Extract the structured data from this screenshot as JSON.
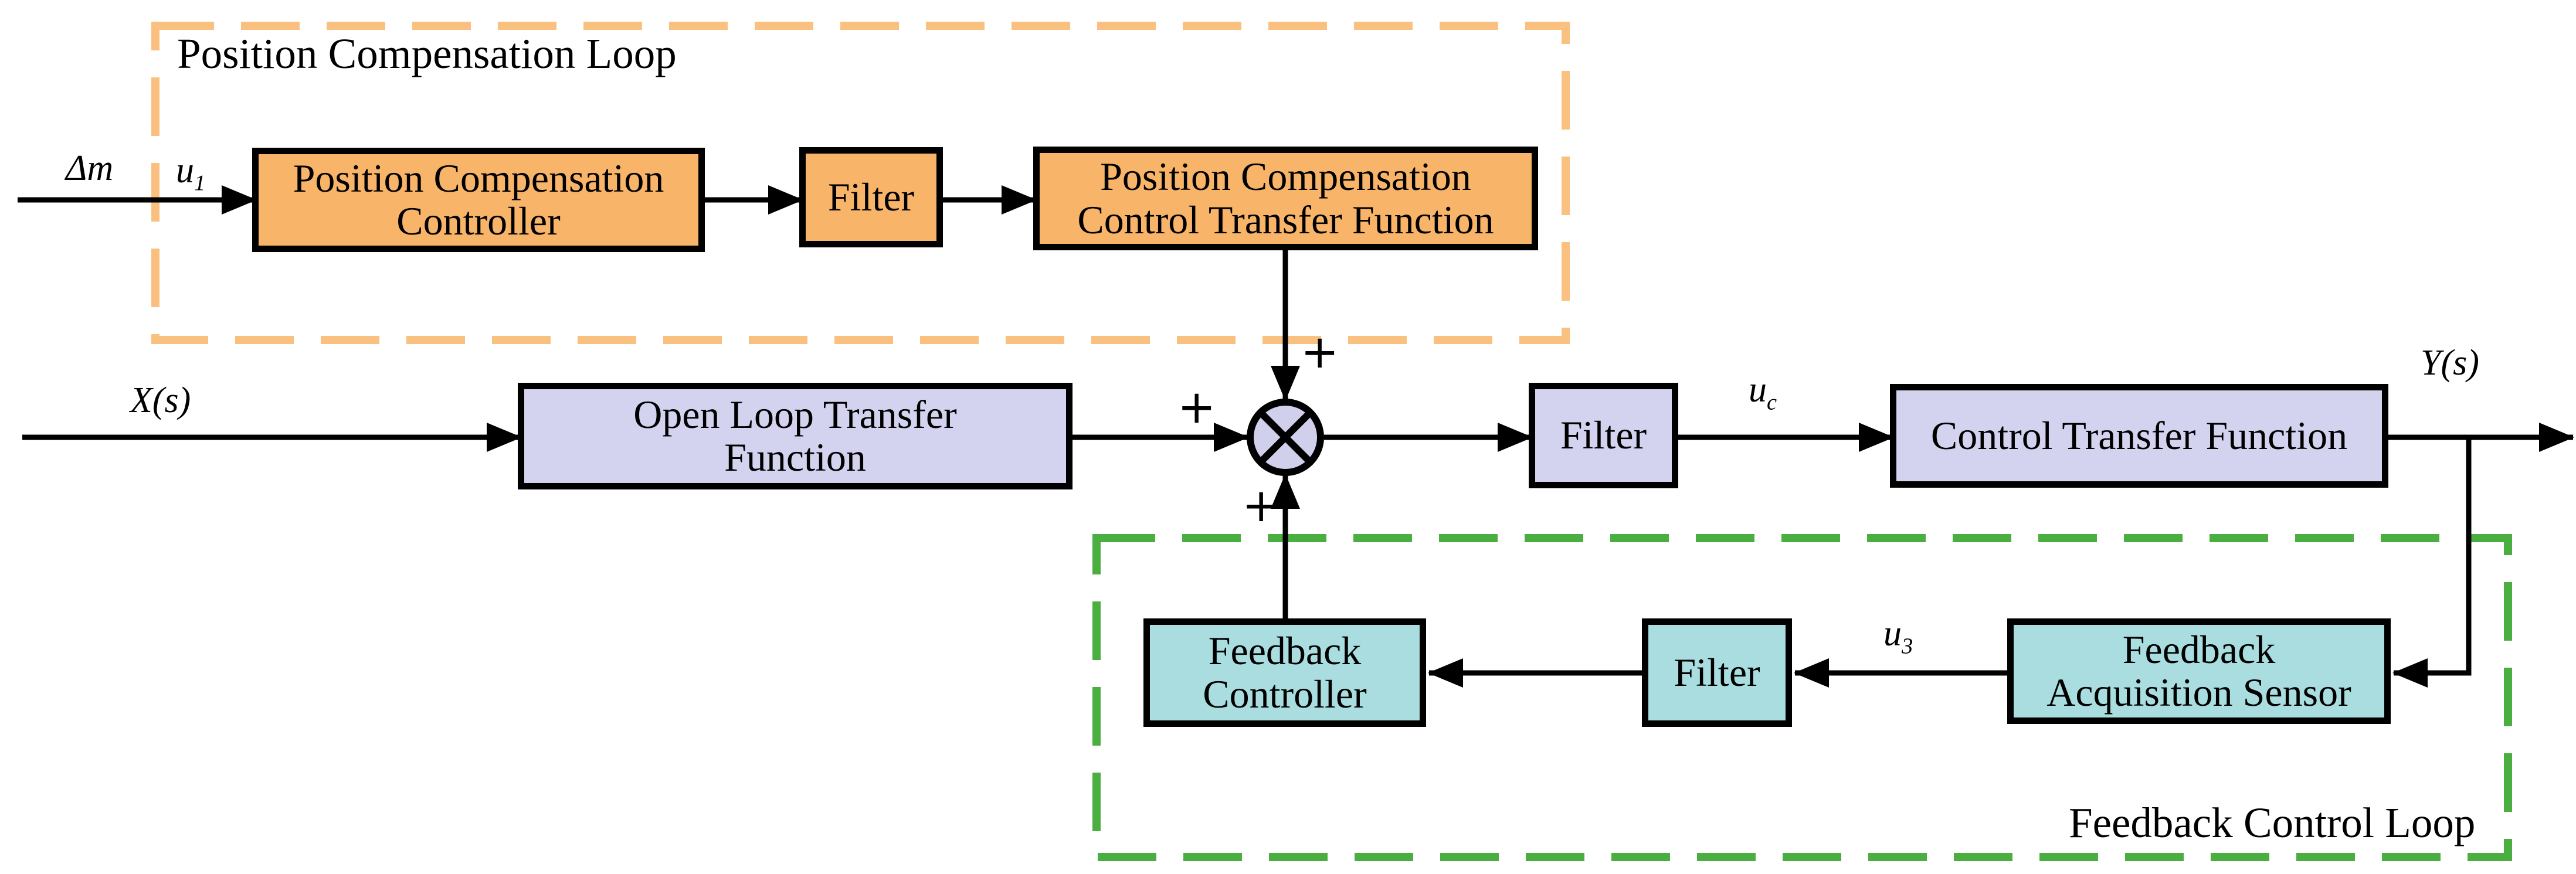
{
  "loops": {
    "position_compensation": {
      "label": "Position Compensation Loop",
      "border_color": "#FAC080",
      "border_style": "dashed"
    },
    "feedback_control": {
      "label": "Feedback Control Loop",
      "border_color": "#4BAE40",
      "border_style": "dashed"
    }
  },
  "blocks": {
    "position_compensation_controller": {
      "label": "Position Compensation\nController",
      "fill": "#F8B468"
    },
    "position_filter": {
      "label": "Filter",
      "fill": "#F8B468"
    },
    "position_compensation_ctf": {
      "label": "Position Compensation\nControl Transfer Function",
      "fill": "#F8B468"
    },
    "open_loop_tf": {
      "label": "Open Loop Transfer\nFunction",
      "fill": "#D3D3EF"
    },
    "control_filter": {
      "label": "Filter",
      "fill": "#D3D3EF"
    },
    "control_tf": {
      "label": "Control Transfer Function",
      "fill": "#D3D3EF"
    },
    "feedback_controller": {
      "label": "Feedback\nController",
      "fill": "#A9DDE0"
    },
    "feedback_filter": {
      "label": "Filter",
      "fill": "#A9DDE0"
    },
    "feedback_acquisition_sensor": {
      "label": "Feedback\nAcquisition Sensor",
      "fill": "#A9DDE0"
    }
  },
  "signals": {
    "delta_m": {
      "base": "Δm",
      "sub": ""
    },
    "u1": {
      "base": "u",
      "sub": "1"
    },
    "x_s": {
      "base": "X(s)",
      "sub": ""
    },
    "u_c": {
      "base": "u",
      "sub": "c"
    },
    "y_s": {
      "base": "Y(s)",
      "sub": ""
    },
    "u3": {
      "base": "u",
      "sub": "3"
    }
  },
  "summing_junction": {
    "fill": "#D0D0EC",
    "signs": {
      "top": "+",
      "left": "+",
      "bottom": "+"
    }
  },
  "line_color": "#000000",
  "background": "#FFFFFF"
}
